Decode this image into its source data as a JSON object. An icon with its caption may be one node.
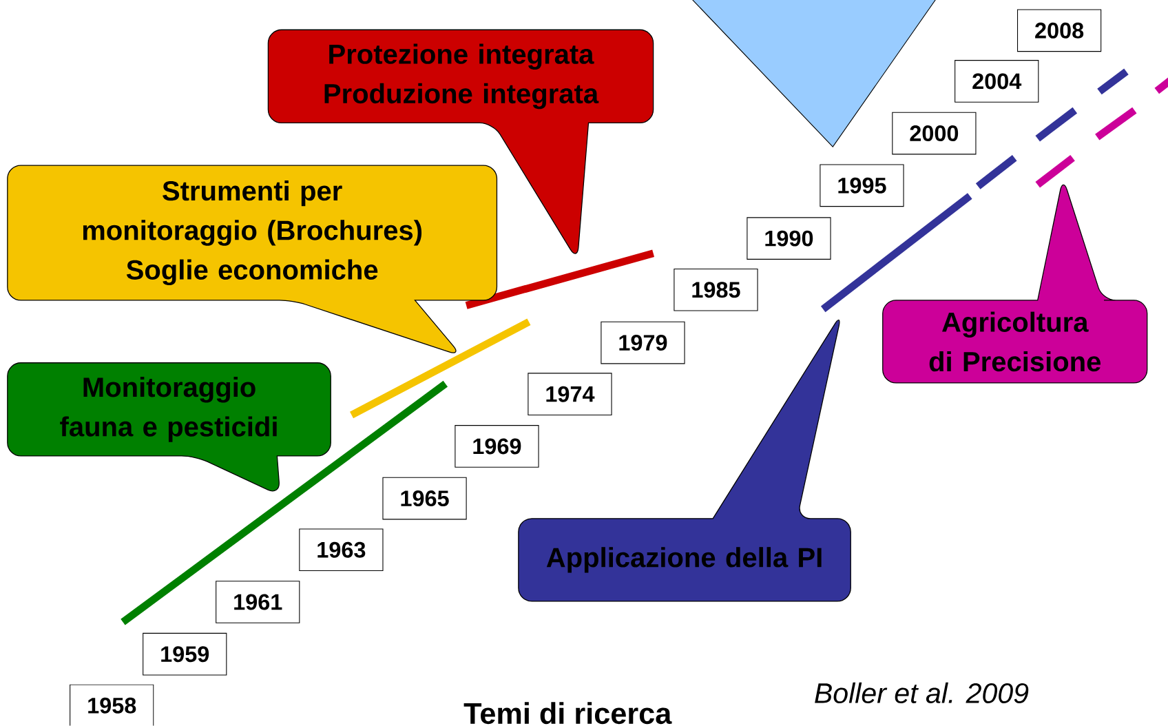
{
  "diagram": {
    "title": "Temi di ricerca",
    "nodes": [
      {
        "text": [
          "Protezione integrata",
          "Produzione integrata"
        ]
      },
      {
        "text": [
          "Strumenti per monitoraggio (Brochures)",
          "Soglie economiche"
        ]
      },
      {
        "text": [
          "Monitoraggio fauna e pesticidi"
        ]
      },
      {
        "text": [
          "Agricoltura di Precisione"
        ]
      },
      {
        "text": [
          "Applicazione della PI"
        ]
      },
      {
        "text": [
          "2008"
        ]
      },
      {
        "text": [
          "2004"
        ]
      },
      {
        "text": [
          "2000"
        ]
      },
      {
        "text": [
          "1995"
        ]
      },
      {
        "text": [
          "1990"
        ]
      },
      {
        "text": [
          "1985"
        ]
      },
      {
        "text": [
          "1979"
        ]
      },
      {
        "text": [
          "1974"
        ]
      },
      {
        "text": [
          "1969"
        ]
      },
      {
        "text": [
          "1965"
        ]
      },
      {
        "text": [
          "1963"
        ]
      },
      {
        "text": [
          "1961"
        ]
      },
      {
        "text": [
          "1959"
        ]
      },
      {
        "text": [
          "1958"
        ]
      }
    ],
    "labels": [
      "Boller et al. 2009"
    ]
  }
}
